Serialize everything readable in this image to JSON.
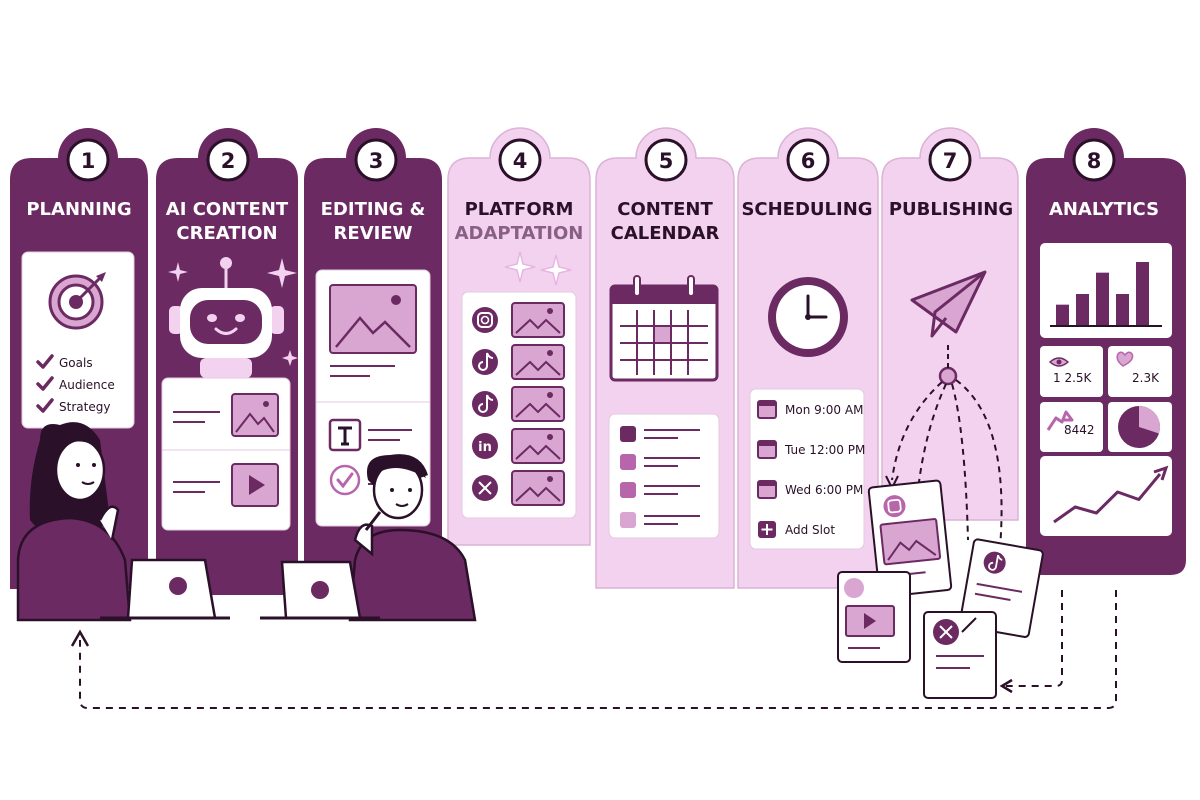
{
  "colors": {
    "dark_panel": "#6b2a62",
    "light_panel": "#f3d2ef",
    "accent": "#b866ac",
    "ink": "#2a1028",
    "soft_accent": "#d9a5d1"
  },
  "steps": [
    {
      "number": "1",
      "title_lines": [
        "PLANNING"
      ],
      "tone": "dark"
    },
    {
      "number": "2",
      "title_lines": [
        "AI CONTENT",
        "CREATION"
      ],
      "tone": "dark"
    },
    {
      "number": "3",
      "title_lines": [
        "EDITING &",
        "REVIEW"
      ],
      "tone": "dark"
    },
    {
      "number": "4",
      "title_lines": [
        "PLATFORM",
        "ADAPTATION"
      ],
      "tone": "light"
    },
    {
      "number": "5",
      "title_lines": [
        "CONTENT",
        "CALENDAR"
      ],
      "tone": "light"
    },
    {
      "number": "6",
      "title_lines": [
        "SCHEDULING"
      ],
      "tone": "light"
    },
    {
      "number": "7",
      "title_lines": [
        "PUBLISHING"
      ],
      "tone": "light"
    },
    {
      "number": "8",
      "title_lines": [
        "ANALYTICS"
      ],
      "tone": "dark"
    }
  ],
  "planning": {
    "checklist": [
      "Goals",
      "Audience",
      "Strategy"
    ],
    "icons": [
      "target-icon",
      "check-icon"
    ]
  },
  "creation": {
    "icons": [
      "robot-icon",
      "sparkle-icon",
      "image-icon",
      "video-icon"
    ]
  },
  "editing": {
    "icons": [
      "image-icon",
      "text-tool-icon",
      "check-circle-icon"
    ]
  },
  "adaptation": {
    "platform_icons": [
      "instagram-icon",
      "tiktok-icon",
      "tiktok-icon",
      "linkedin-icon",
      "x-icon"
    ],
    "linkedin_text": "in",
    "x_glyph": "𝕏"
  },
  "calendar": {
    "icons": [
      "calendar-icon"
    ],
    "rows": 4
  },
  "scheduling": {
    "slots": [
      "Mon 9:00 AM",
      "Tue 12:00 PM",
      "Wed 6:00 PM"
    ],
    "add_slot": "Add Slot",
    "icons": [
      "clock-icon",
      "calendar-small-icon",
      "plus-icon"
    ]
  },
  "publishing": {
    "icons": [
      "paper-plane-icon",
      "instagram-icon",
      "tiktok-icon",
      "x-icon",
      "video-icon"
    ]
  },
  "analytics": {
    "bar_values": [
      2,
      3,
      5,
      3,
      6
    ],
    "views": "1 2.5K",
    "likes": "2.3K",
    "shares": "8442",
    "pie_share": 0.3,
    "trend": [
      1,
      2,
      1.6,
      3,
      2.5,
      4.2
    ],
    "icons": [
      "eye-icon",
      "heart-icon",
      "share-icon",
      "pie-chart-icon",
      "trend-line-icon"
    ]
  }
}
